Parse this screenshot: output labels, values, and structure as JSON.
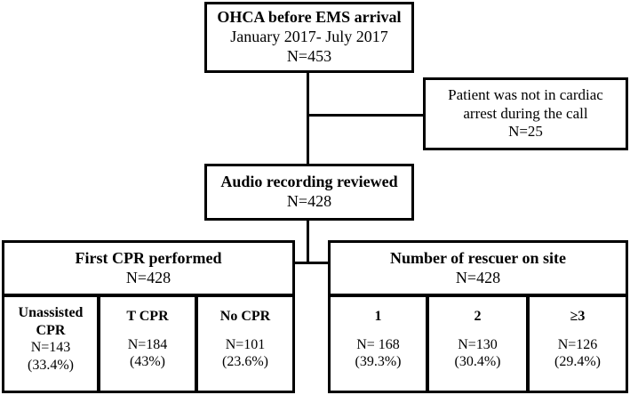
{
  "top": {
    "title": "OHCA before EMS arrival",
    "period": "January 2017- July 2017",
    "n": "N=453"
  },
  "exclusion": {
    "line1": "Patient was not in cardiac",
    "line2": "arrest during the call",
    "n": "N=25"
  },
  "reviewed": {
    "title": "Audio recording reviewed",
    "n": "N=428"
  },
  "first_cpr": {
    "title": "First CPR performed",
    "n": "N=428",
    "cells": [
      {
        "label1": "Unassisted",
        "label2": "CPR",
        "n": "N=143",
        "pct": "(33.4%)"
      },
      {
        "label1": "T CPR",
        "n": "N=184",
        "pct": "(43%)"
      },
      {
        "label1": "No CPR",
        "n": "N=101",
        "pct": "(23.6%)"
      }
    ]
  },
  "rescuers": {
    "title": "Number of rescuer on site",
    "n": "N=428",
    "cells": [
      {
        "label1": "1",
        "n": "N= 168",
        "pct": "(39.3%)"
      },
      {
        "label1": "2",
        "n": "N=130",
        "pct": "(30.4%)"
      },
      {
        "label1": "≥3",
        "n": "N=126",
        "pct": "(29.4%)"
      }
    ]
  }
}
